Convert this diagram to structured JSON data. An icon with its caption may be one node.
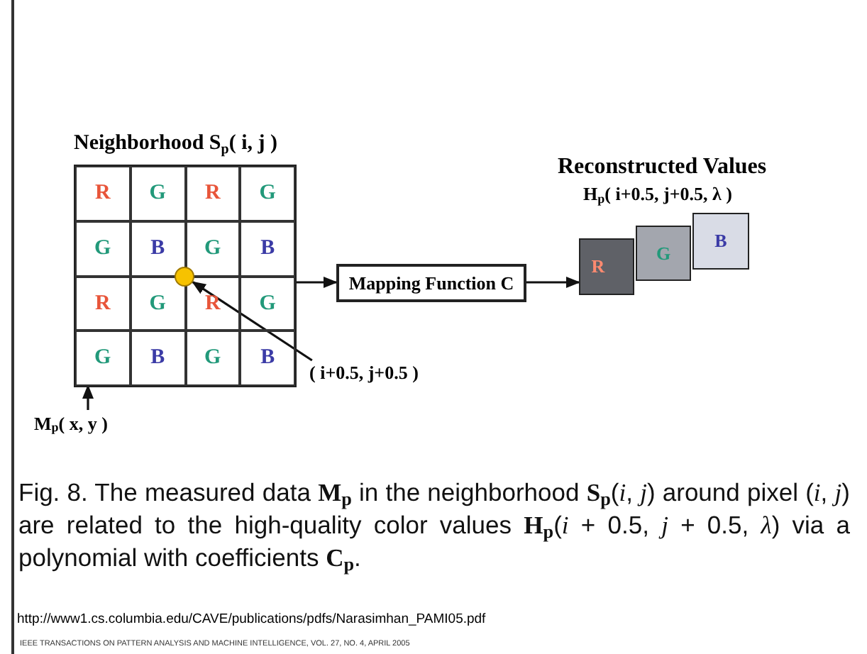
{
  "diagram": {
    "caption": "Fig. 8. The measured data **M**$_{p}$ in the neighborhood **S**$_{p}$(*i*, *j*) around pixel (*i*, *j*) are related to the high-quality color values **H**$_{p}$(*i* + 0.5, *j* + 0.5, *λ*) via a polynomial with coefficients **C**$_{p}$.",
    "nodes": [
      {
        "text": [
          "Neighborhood S$_{p}$( i, j )"
        ]
      },
      {
        "text": [
          "R"
        ],
        "in": 0
      },
      {
        "text": [
          "G"
        ],
        "in": 0
      },
      {
        "text": [
          "R"
        ],
        "in": 0
      },
      {
        "text": [
          "G"
        ],
        "in": 0
      },
      {
        "text": [
          "G"
        ],
        "in": 0
      },
      {
        "text": [
          "B"
        ],
        "in": 0
      },
      {
        "text": [
          "G"
        ],
        "in": 0
      },
      {
        "text": [
          "B"
        ],
        "in": 0
      },
      {
        "text": [
          "R"
        ],
        "in": 0
      },
      {
        "text": [
          "G"
        ],
        "in": 0
      },
      {
        "text": [
          "R"
        ],
        "in": 0
      },
      {
        "text": [
          "G"
        ],
        "in": 0
      },
      {
        "text": [
          "G"
        ],
        "in": 0
      },
      {
        "text": [
          "B"
        ],
        "in": 0
      },
      {
        "text": [
          "G"
        ],
        "in": 0
      },
      {
        "text": [
          "B"
        ],
        "in": 0
      },
      {
        "text": [],
        "shape": "circle",
        "in": 0
      },
      {
        "text": [
          "Mapping Function C"
        ]
      },
      {
        "text": [
          "R"
        ]
      },
      {
        "text": [
          "G"
        ]
      },
      {
        "text": [
          "B"
        ]
      },
      {
        "text": [
          "( i+0.5, j+0.5 )"
        ]
      },
      {
        "text": [
          "M$_{p}$( x, y )"
        ]
      }
    ],
    "edges": [
      {
        "from": 0,
        "to": 18,
        "arrow": "to"
      },
      {
        "from": 18,
        "to": 19,
        "arrow": "to"
      },
      {
        "from": 22,
        "to": 17,
        "arrow": "to"
      },
      {
        "from": 23,
        "to": 13,
        "arrow": "to"
      }
    ],
    "labels": [
      "Reconstructed Values",
      "H$_{p}$( i+0.5, j+0.5, λ )",
      "http://www1.cs.columbia.edu/CAVE/publications/pdfs/Narasimhan_PAMI05.pdf",
      "IEEE TRANSACTIONS ON PATTERN ANALYSIS AND MACHINE INTELLIGENCE, VOL. 27, NO. 4, APRIL 2005"
    ]
  }
}
